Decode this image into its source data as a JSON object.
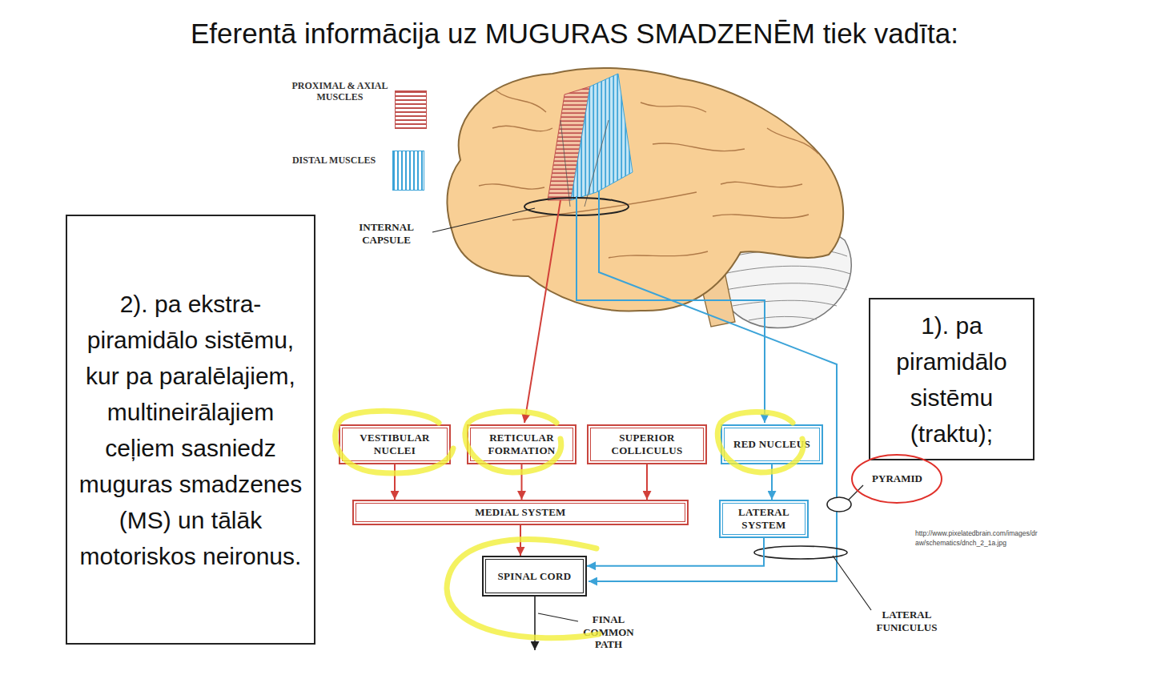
{
  "diagram": {
    "title": "Eferentā informācija uz MUGURAS SMADZENĒM tiek vadīta:",
    "nodes": [
      {
        "text": [
          "2). pa ekstra-piramidālo sistēmu, kur pa paralēlajiem, multineirālajiem ceļiem sasniedz muguras smadzenes (MS) un tālāk motoriskos neironus."
        ]
      },
      {
        "text": [
          "1). pa piramidālo sistēmu (traktu);"
        ]
      },
      {
        "text": [
          "VESTIBULAR NUCLEI"
        ]
      },
      {
        "text": [
          "RETICULAR FORMATION"
        ]
      },
      {
        "text": [
          "SUPERIOR COLLICULUS"
        ]
      },
      {
        "text": [
          "RED NUCLEUS"
        ]
      },
      {
        "text": [
          "MEDIAL SYSTEM"
        ]
      },
      {
        "text": [
          "LATERAL SYSTEM"
        ]
      },
      {
        "text": [
          "SPINAL CORD"
        ]
      }
    ],
    "edges": [
      {
        "from": 2,
        "to": 6,
        "arrow": "to"
      },
      {
        "from": 3,
        "to": 6,
        "arrow": "to"
      },
      {
        "from": 4,
        "to": 6,
        "arrow": "to"
      },
      {
        "from": 5,
        "to": 7,
        "arrow": "to"
      },
      {
        "from": 6,
        "to": 8,
        "arrow": "to"
      },
      {
        "from": 7,
        "to": 8,
        "arrow": "to"
      }
    ],
    "labels": [
      "INTERNAL CAPSULE",
      "PYRAMID",
      "http://www.pixelatedbrain.com/images/draw/schematics/dnch_2_1a.jpg",
      "LATERAL FUNICULUS",
      "FINAL COMMON PATH"
    ],
    "legend": [
      {
        "text": "PROXIMAL & AXIAL MUSCLES",
        "color": "#c0504d"
      },
      {
        "text": "DISTAL MUSCLES",
        "color": "#3ba3d8"
      }
    ]
  }
}
